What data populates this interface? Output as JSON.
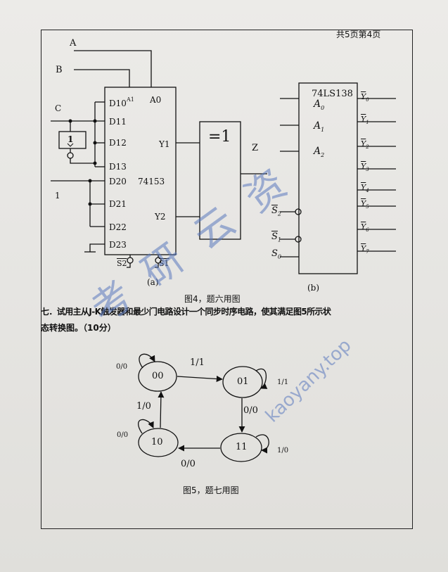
{
  "header": {
    "page_indicator": "共5页第4页"
  },
  "fig4": {
    "caption": "图4，题六用图",
    "sub_a": "(a)",
    "sub_b": "(b)",
    "inputs": {
      "a": "A",
      "b": "B",
      "c": "C",
      "one": "1"
    },
    "inverter_label": "1",
    "mux": {
      "name": "74153",
      "pins_left": [
        "D10",
        "D11",
        "D12",
        "D13",
        "D20",
        "D21",
        "D22",
        "D23"
      ],
      "pin_a1": "A1",
      "pin_a0": "A0",
      "out_y1": "Y1",
      "out_y2": "Y2",
      "strobe1": "S1",
      "strobe2": "S2"
    },
    "xor": {
      "label": "=1",
      "output": "Z"
    },
    "decoder": {
      "name": "74LS138",
      "inputs": [
        {
          "base": "A",
          "sub": "0"
        },
        {
          "base": "A",
          "sub": "1"
        },
        {
          "base": "A",
          "sub": "2"
        }
      ],
      "enables": [
        {
          "base": "S",
          "sub": "2"
        },
        {
          "base": "S",
          "sub": "1"
        },
        {
          "base": "S",
          "sub": "0"
        }
      ],
      "outputs": [
        {
          "base": "Y",
          "sub": "0"
        },
        {
          "base": "Y",
          "sub": "1"
        },
        {
          "base": "Y",
          "sub": "2"
        },
        {
          "base": "Y",
          "sub": "3"
        },
        {
          "base": "Y",
          "sub": "4"
        },
        {
          "base": "Y",
          "sub": "5"
        },
        {
          "base": "Y",
          "sub": "6"
        },
        {
          "base": "Y",
          "sub": "7"
        }
      ]
    }
  },
  "question7": {
    "line1": "七．试用主从J-K触发器和最少门电路设计一个同步时序电路，使其满足图5所示状",
    "line2": "态转换图。（10分）"
  },
  "fig5": {
    "caption": "图5，题七用图",
    "states": [
      "00",
      "01",
      "11",
      "10"
    ],
    "transitions": {
      "s00_to_01": "1/1",
      "s01_to_11": "0/0",
      "s11_to_10": "0/0",
      "s10_to_00": "1/0",
      "self_00": "0/0",
      "self_01": "1/1",
      "self_11": "1/0",
      "self_10": "0/0"
    }
  },
  "watermark": {
    "chars": "考研云资",
    "url": "kaoyany.top"
  }
}
